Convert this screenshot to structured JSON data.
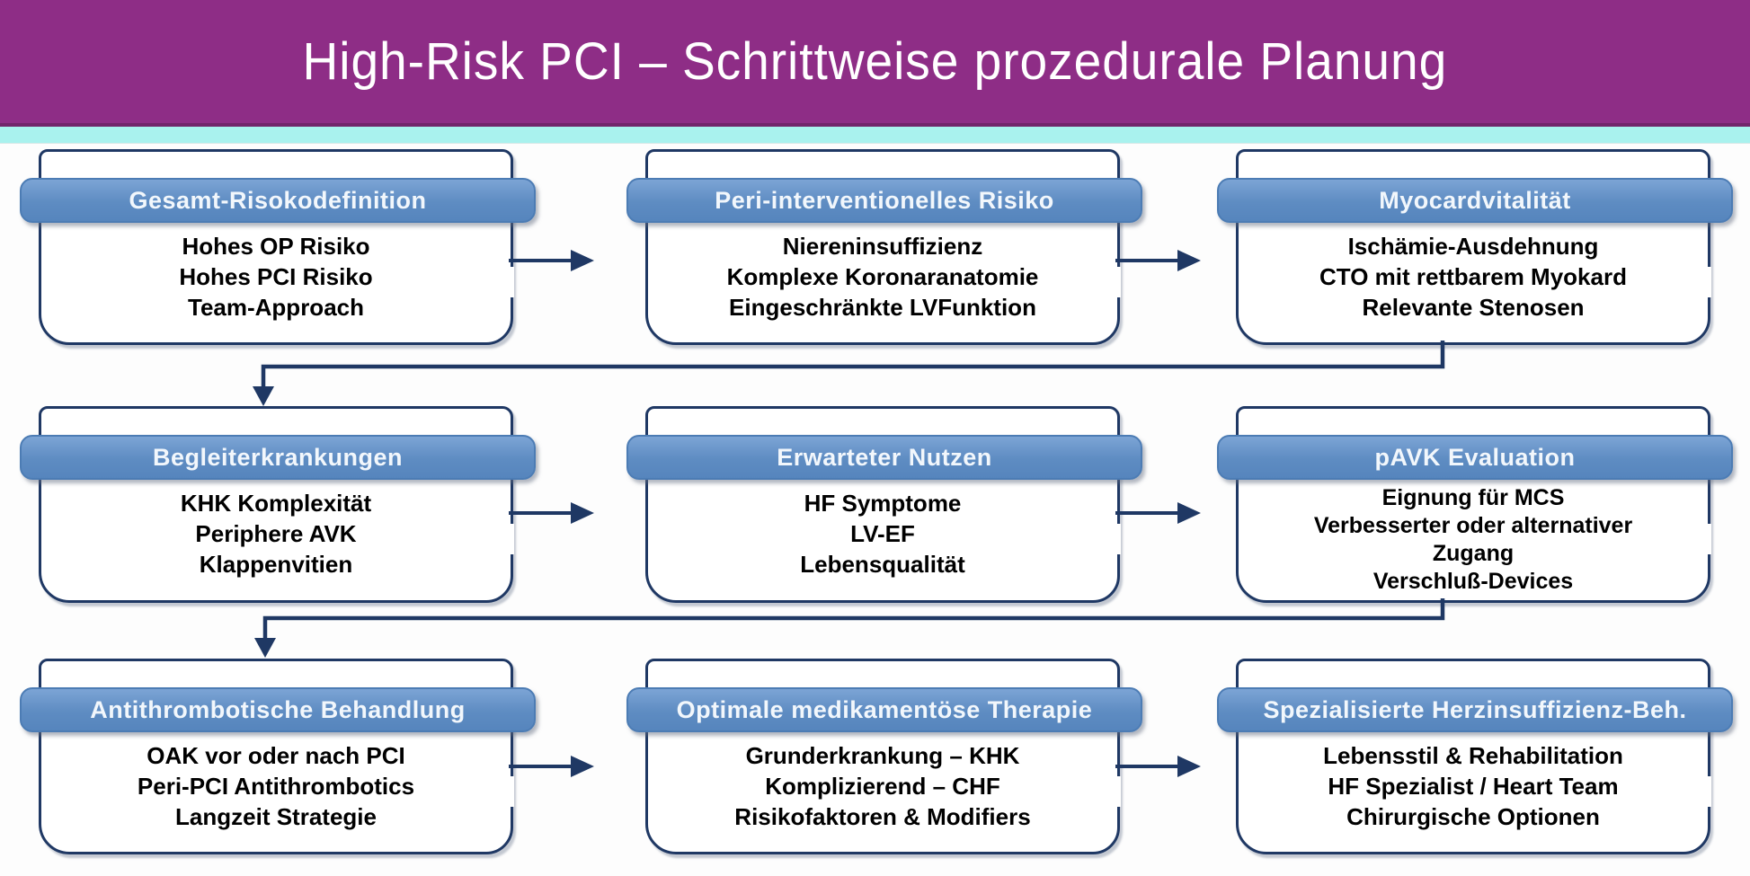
{
  "title": "High-Risk PCI – Schrittweise prozedurale Planung",
  "colors": {
    "banner_purple": "#8E2D86",
    "divider_cyan": "#A9F2EE",
    "pill_blue": "#5F8CC3",
    "outline_navy": "#1F3864",
    "pill_text": "#F2F7FC",
    "body_text": "#000000"
  },
  "boxes": [
    {
      "header": "Gesamt-Risokodefinition",
      "lines": [
        "Hohes OP Risiko",
        "Hohes PCI Risiko",
        "Team-Approach"
      ]
    },
    {
      "header": "Peri-interventionelles Risiko",
      "lines": [
        "Niereninsuffizienz",
        "Komplexe Koronaranatomie",
        "Eingeschränkte LVFunktion"
      ]
    },
    {
      "header": "Myocardvitalität",
      "lines": [
        "Ischämie-Ausdehnung",
        "CTO mit rettbarem Myokard",
        "Relevante Stenosen"
      ]
    },
    {
      "header": "Begleiterkrankungen",
      "lines": [
        "KHK Komplexität",
        "Periphere AVK",
        "Klappenvitien"
      ]
    },
    {
      "header": "Erwarteter Nutzen",
      "lines": [
        "HF Symptome",
        "LV-EF",
        "Lebensqualität"
      ]
    },
    {
      "header": "pAVK Evaluation",
      "lines": [
        "Eignung für MCS",
        "Verbesserter oder alternativer",
        "Zugang",
        "Verschluß-Devices"
      ]
    },
    {
      "header": "Antithrombotische Behandlung",
      "lines": [
        "OAK vor oder nach PCI",
        "Peri-PCI Antithrombotics",
        "Langzeit Strategie"
      ]
    },
    {
      "header": "Optimale medikamentöse Therapie",
      "lines": [
        "Grunderkrankung – KHK",
        "Komplizierend – CHF",
        "Risikofaktoren & Modifiers"
      ]
    },
    {
      "header": "Spezialisierte Herzinsuffizienz-Beh.",
      "lines": [
        "Lebensstil & Rehabilitation",
        "HF Spezialist / Heart Team",
        "Chirurgische Optionen"
      ]
    }
  ]
}
